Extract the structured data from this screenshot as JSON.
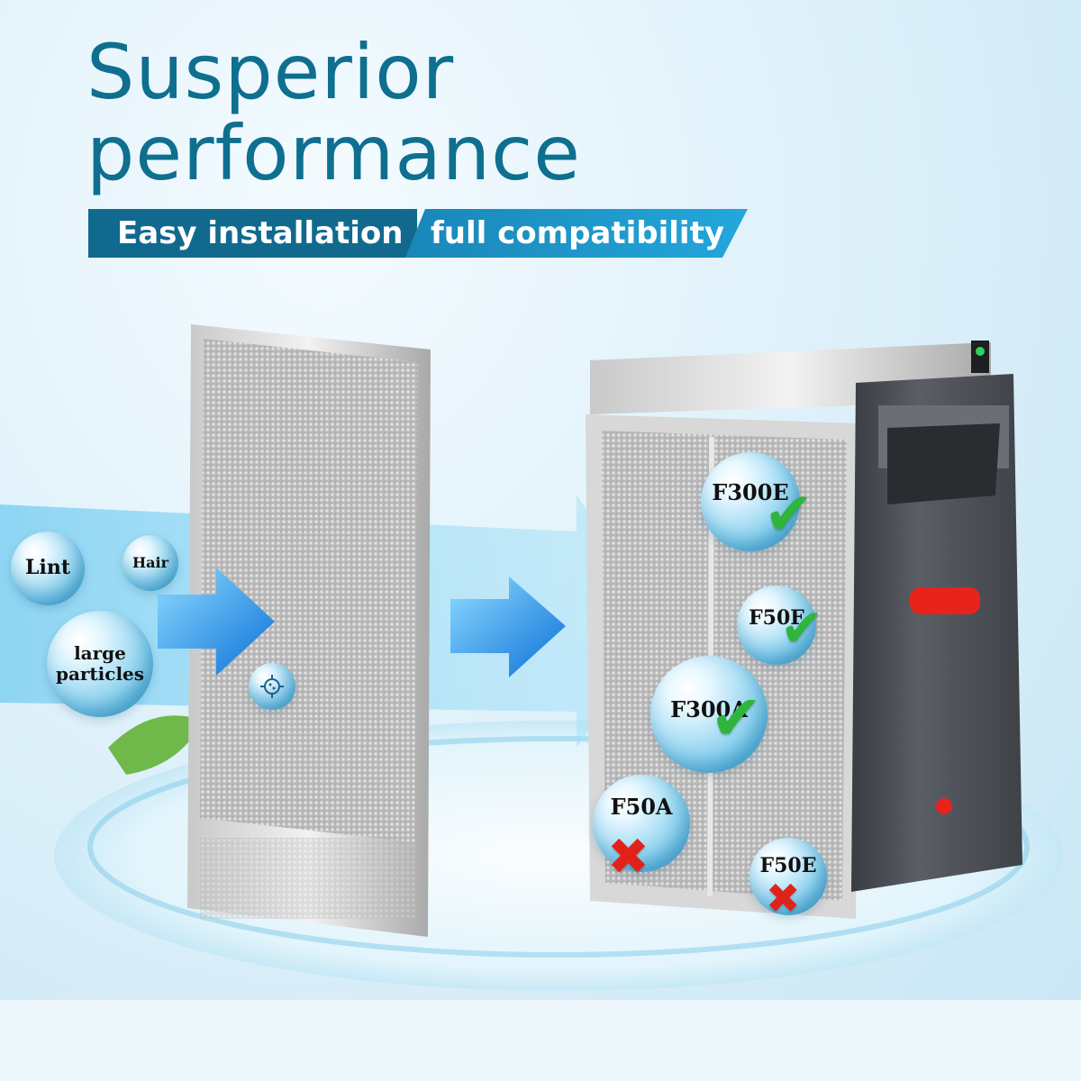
{
  "headline": {
    "line1": "Susperior",
    "line2": "performance"
  },
  "banner": {
    "left": "Easy installation",
    "right": "full compatibility"
  },
  "particles": [
    {
      "label": "Lint"
    },
    {
      "label": "Hair"
    },
    {
      "label": "large\nparticles"
    }
  ],
  "compatibility": [
    {
      "model": "F300E",
      "compatible": true
    },
    {
      "model": "F50F",
      "compatible": true
    },
    {
      "model": "F300A",
      "compatible": true
    },
    {
      "model": "F50A",
      "compatible": false
    },
    {
      "model": "F50E",
      "compatible": false
    }
  ],
  "icons": {
    "check": "check-icon",
    "cross": "cross-icon",
    "germ": "germ-icon",
    "arrow": "arrow-right-icon"
  },
  "colors": {
    "headline": "#0e6f8f",
    "banner_dark": "#116a8e",
    "banner_light": "#23a7db",
    "check": "#2fb53d",
    "cross": "#e0221b",
    "indicator": "#e8231c"
  }
}
